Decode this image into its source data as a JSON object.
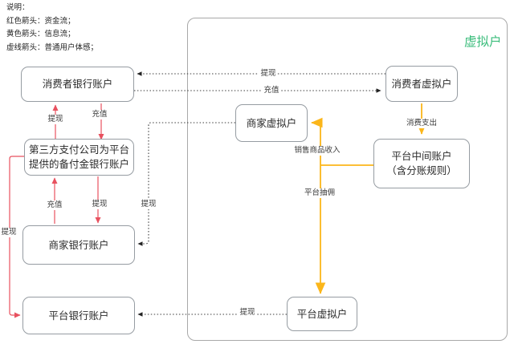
{
  "legend": {
    "title": "说明：",
    "items": [
      "红色箭头：资金流；",
      "黄色箭头：信息流；",
      "虚线箭头：普通用户体感；"
    ]
  },
  "virtual_zone": {
    "label": "虚拟户"
  },
  "nodes": {
    "consumer_bank": {
      "label": "消费者银行账户"
    },
    "third_party": {
      "label": "第三方支付公司为平台提供的备付金银行账户"
    },
    "merchant_bank": {
      "label": "商家银行账户"
    },
    "platform_bank": {
      "label": "平台银行账户"
    },
    "consumer_virtual": {
      "label": "消费者虚拟户"
    },
    "merchant_virtual": {
      "label": "商家虚拟户"
    },
    "platform_middle": {
      "label_line1": "平台中间账户",
      "label_line2": "（含分账规则）"
    },
    "platform_virtual": {
      "label": "平台虚拟户"
    }
  },
  "edge_labels": {
    "consumer_withdraw_dashed": "提现",
    "consumer_recharge_dashed": "充值",
    "consumer_bank_withdraw": "提现",
    "consumer_bank_recharge": "充值",
    "merchant_bank_recharge": "充值",
    "merchant_bank_withdraw": "提现",
    "platform_bank_withdraw_red": "提现",
    "merchant_virtual_withdraw_dashed": "提现",
    "consume_spend": "消费支出",
    "sales_income": "销售商品收入",
    "platform_commission": "平台抽佣",
    "platform_withdraw_dashed": "提现"
  },
  "colors": {
    "fund_flow_red": "#e8515f",
    "info_flow_yellow": "#fbb61a",
    "virtual_zone_green": "#3cbd7c",
    "dashed_arrow_dark": "#222222",
    "box_border_gray": "#969ca2"
  }
}
